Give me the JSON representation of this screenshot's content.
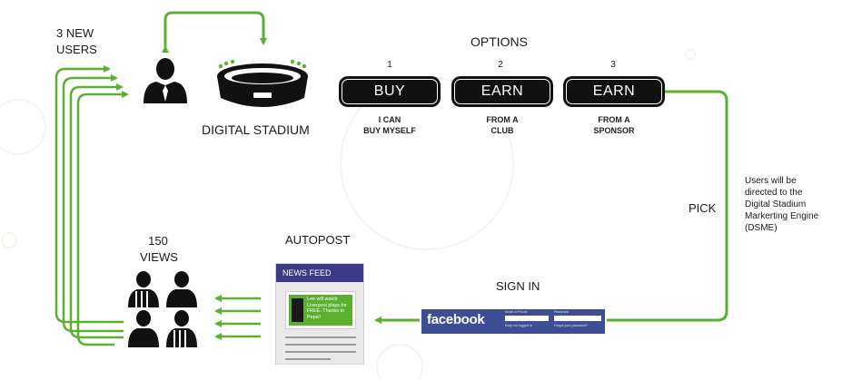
{
  "users_label": [
    "3 NEW",
    "USERS"
  ],
  "stadium_label": "DIGITAL STADIUM",
  "options": {
    "title": "OPTIONS",
    "items": [
      {
        "number": "1",
        "label": "BUY",
        "sub": [
          "I CAN",
          "BUY MYSELF"
        ]
      },
      {
        "number": "2",
        "label": "EARN",
        "sub": [
          "FROM A",
          "CLUB"
        ]
      },
      {
        "number": "3",
        "label": "EARN",
        "sub": [
          "FROM A",
          "SPONSOR"
        ]
      }
    ]
  },
  "pick_label": "PICK",
  "dsme_note": [
    "Users will be",
    "directed to the",
    "Digital Stadium",
    "Markerting Engine",
    "(DSME)"
  ],
  "signin": {
    "label": "SIGN IN",
    "logo": "facebook",
    "email_label": "Email or Phone",
    "password_label": "Password",
    "keep_logged": "Keep me logged in",
    "forgot": "Forgot your password?"
  },
  "autopost": {
    "label": "AUTOPOST",
    "feed_title": "NEWS FEED",
    "post_text": "Lee will watch Liverpool plays for FREE. Thanks to Pepsi!"
  },
  "views_label": [
    "150",
    "VIEWS"
  ],
  "colors": {
    "green": "#5bb030",
    "feed_header": "#3d3b85",
    "facebook": "#3d4e94",
    "button": "#111111"
  }
}
